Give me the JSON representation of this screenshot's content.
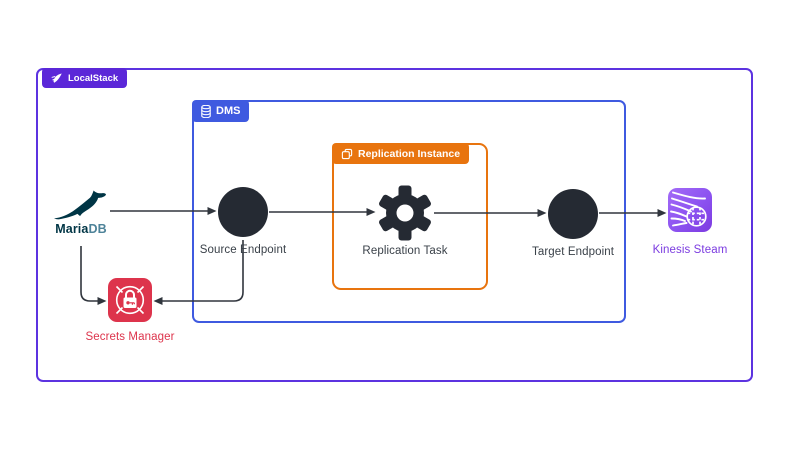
{
  "diagram": {
    "type": "architecture-diagram",
    "containers": {
      "localstack": {
        "label": "LocalStack"
      },
      "dms": {
        "label": "DMS"
      },
      "replication_instance": {
        "label": "Replication Instance"
      }
    },
    "nodes": {
      "mariadb": {
        "label_part1": "Maria",
        "label_part2": "DB",
        "icon": "mariadb-seal-icon"
      },
      "source_endpoint": {
        "label": "Source Endpoint",
        "icon": "filled-circle-icon"
      },
      "replication_task": {
        "label": "Replication Task",
        "icon": "gear-icon"
      },
      "target_endpoint": {
        "label": "Target Endpoint",
        "icon": "filled-circle-icon"
      },
      "kinesis": {
        "label": "Kinesis Steam",
        "icon": "kinesis-streams-icon"
      },
      "secrets_manager": {
        "label": "Secrets Manager",
        "icon": "secrets-manager-lock-icon"
      }
    },
    "edges": [
      {
        "from": "mariadb",
        "to": "source_endpoint",
        "style": "arrow"
      },
      {
        "from": "source_endpoint",
        "to": "replication_task",
        "style": "arrow"
      },
      {
        "from": "replication_task",
        "to": "target_endpoint",
        "style": "arrow"
      },
      {
        "from": "target_endpoint",
        "to": "kinesis",
        "style": "arrow"
      },
      {
        "from": "mariadb",
        "to": "secrets_manager",
        "style": "arrow-elbow"
      },
      {
        "from": "source_endpoint",
        "to": "secrets_manager",
        "style": "arrow-elbow"
      }
    ],
    "colors": {
      "localstack_purple": "#5B27D8",
      "outer_border_purple": "#5C33E0",
      "dms_blue": "#3F5AE0",
      "replication_orange": "#E8740E",
      "node_dark": "#252A33",
      "label_gray": "#3A4149",
      "kinesis_purple": "#8C52F0",
      "kinesis_label_purple": "#7B3BE0",
      "secrets_red": "#DD344C",
      "mariadb_navy": "#003545",
      "mariadb_teal": "#4E8399",
      "arrow_dark": "#30353D",
      "background": "#FFFFFF"
    }
  }
}
